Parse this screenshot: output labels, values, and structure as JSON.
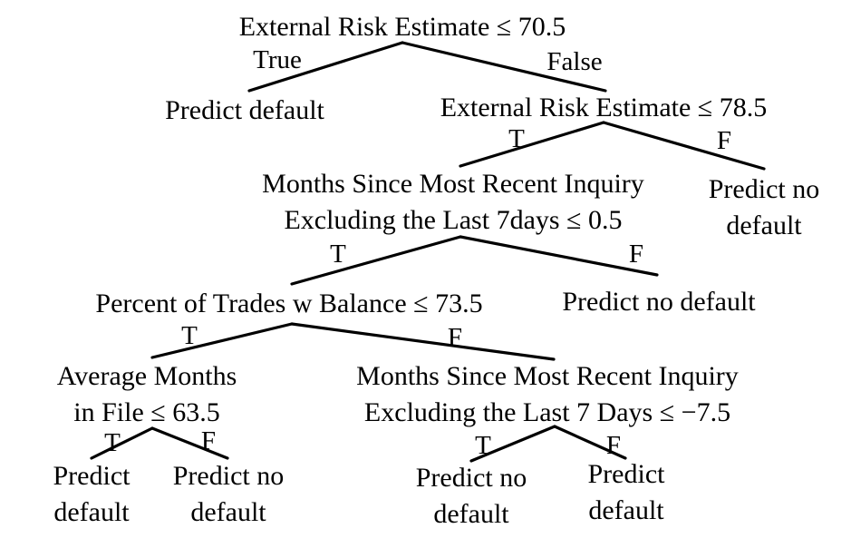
{
  "colors": {
    "text": "#000000",
    "edge": "#000000",
    "predict_default": "#c00000",
    "predict_no_default": "#2e75b6"
  },
  "nodes": {
    "root": {
      "lines": [
        "External Risk Estimate ≤ 70.5"
      ]
    },
    "leaf_1": {
      "lines": [
        "Predict default"
      ],
      "class": "default"
    },
    "split_2": {
      "lines": [
        "External Risk Estimate ≤ 78.5"
      ]
    },
    "leaf_2": {
      "lines": [
        "Predict no",
        "default"
      ],
      "class": "no_default"
    },
    "split_3": {
      "lines": [
        "Months Since Most Recent Inquiry",
        "Excluding the Last 7days  ≤ 0.5"
      ]
    },
    "leaf_3": {
      "lines": [
        "Predict no default"
      ],
      "class": "no_default"
    },
    "split_4": {
      "lines": [
        "Percent of Trades w Balance  ≤ 73.5"
      ]
    },
    "split_5a": {
      "lines": [
        "Average Months",
        "in File ≤ 63.5"
      ]
    },
    "split_5b": {
      "lines": [
        "Months Since Most Recent Inquiry",
        "Excluding the Last 7 Days ≤ −7.5"
      ]
    },
    "leaf_5a_t": {
      "lines": [
        "Predict",
        "default"
      ],
      "class": "default"
    },
    "leaf_5a_f": {
      "lines": [
        "Predict no",
        "default"
      ],
      "class": "no_default"
    },
    "leaf_5b_t": {
      "lines": [
        "Predict no",
        "default"
      ],
      "class": "no_default"
    },
    "leaf_5b_f": {
      "lines": [
        "Predict",
        "default"
      ],
      "class": "default"
    }
  },
  "edge_labels": {
    "root_true": "True",
    "root_false": "False",
    "split_2_t": "T",
    "split_2_f": "F",
    "split_3_t": "T",
    "split_3_f": "F",
    "split_4_t": "T",
    "split_4_f": "F",
    "split_5a_t": "T",
    "split_5a_f": "F",
    "split_5b_t": "T",
    "split_5b_f": "F"
  }
}
